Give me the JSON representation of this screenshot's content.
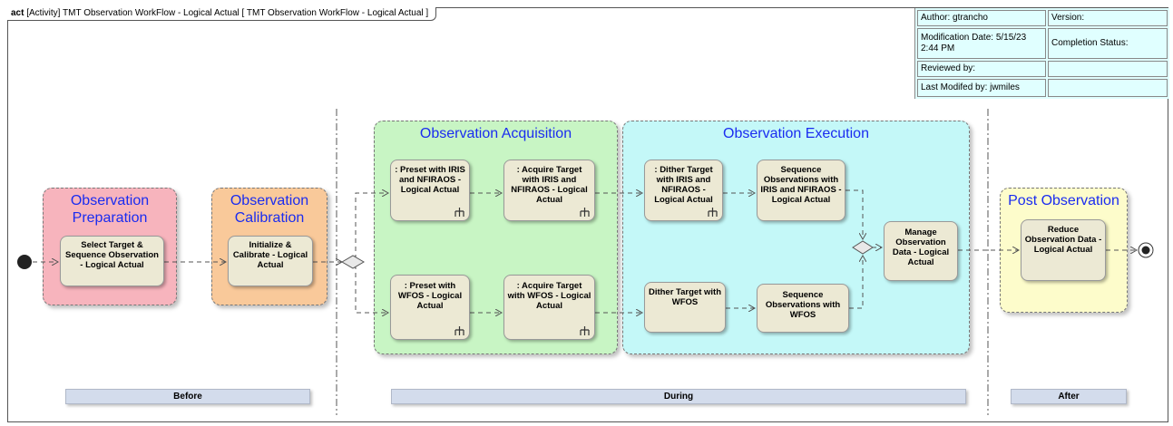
{
  "frame": {
    "keyword": "act",
    "title": "[Activity] TMT Observation WorkFlow - Logical Actual [ TMT Observation WorkFlow - Logical Actual ]"
  },
  "info_table": {
    "author": "Author: gtrancho",
    "version": "Version:",
    "modification_date": "Modification Date: 5/15/23 2:44 PM",
    "completion_status": "Completion Status:",
    "reviewed_by": "Reviewed by:",
    "reviewed_by_value": "",
    "last_modified": "Last Modifed by: jwmiles",
    "last_modified_value": ""
  },
  "groups": {
    "preparation": "Observation Preparation",
    "calibration": "Observation Calibration",
    "acquisition": "Observation Acquisition",
    "execution": "Observation Execution",
    "post": "Post Observation"
  },
  "actions": {
    "select_target": "Select Target & Sequence Observation - Logical Actual",
    "initialize_calibrate": "Initialize & Calibrate - Logical Actual",
    "preset_iris": ": Preset with IRIS and NFIRAOS - Logical Actual",
    "acquire_iris": ": Acquire Target with IRIS and NFIRAOS - Logical Actual",
    "preset_wfos": ": Preset with WFOS - Logical Actual",
    "acquire_wfos": ": Acquire Target with WFOS - Logical Actual",
    "dither_iris": ": Dither Target with IRIS and NFIRAOS - Logical Actual",
    "sequence_iris": "Sequence Observations with IRIS and NFIRAOS - Logical Actual",
    "dither_wfos": "Dither Target with WFOS",
    "sequence_wfos": "Sequence Observations with WFOS",
    "manage_data": "Manage Observation Data - Logical Actual",
    "reduce_data": "Reduce Observation Data - Logical Actual"
  },
  "phases": {
    "before": "Before",
    "during": "During",
    "after": "After"
  },
  "colors": {
    "preparation": "#f7b4bd",
    "calibration": "#f9c99a",
    "acquisition": "#c8f5c4",
    "execution": "#c4f8f8",
    "post": "#fdfccb",
    "action_fill": "#ece9d4",
    "group_title": "#1a2cf0",
    "phase_fill": "#d3dcec"
  }
}
